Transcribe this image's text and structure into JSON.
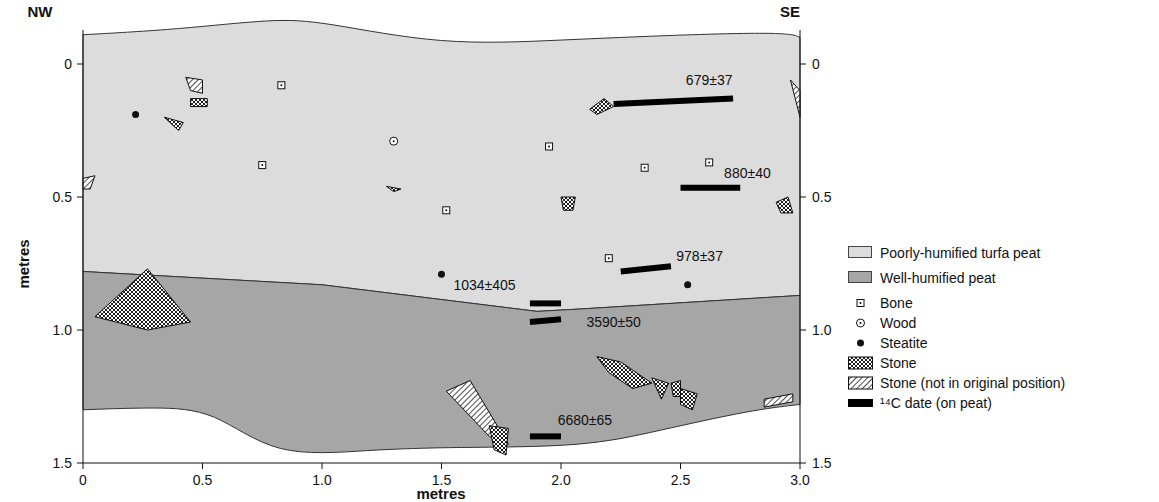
{
  "diagram": {
    "labels": [
      "NW",
      "SE",
      "0",
      "0.5",
      "1.0",
      "1.5",
      "0",
      "0.5",
      "1.0",
      "1.5",
      "metres",
      "0",
      "0.5",
      "1.0",
      "1.5",
      "2.0",
      "2.5",
      "3.0",
      "metres",
      "679±37",
      "880±40",
      "978±37",
      "1034±405",
      "3590±50",
      "6680±65"
    ],
    "legend": [
      {
        "text": "Poorly-humified turfa peat",
        "color": "#dcdcdc"
      },
      {
        "text": "Well-humified peat",
        "color": "#a6a6a6"
      },
      {
        "text": "Bone"
      },
      {
        "text": "Wood"
      },
      {
        "text": "Steatite"
      },
      {
        "text": "Stone"
      },
      {
        "text": "Stone (not in original position)"
      },
      {
        "text": "¹⁴C date (on peat)"
      }
    ]
  }
}
